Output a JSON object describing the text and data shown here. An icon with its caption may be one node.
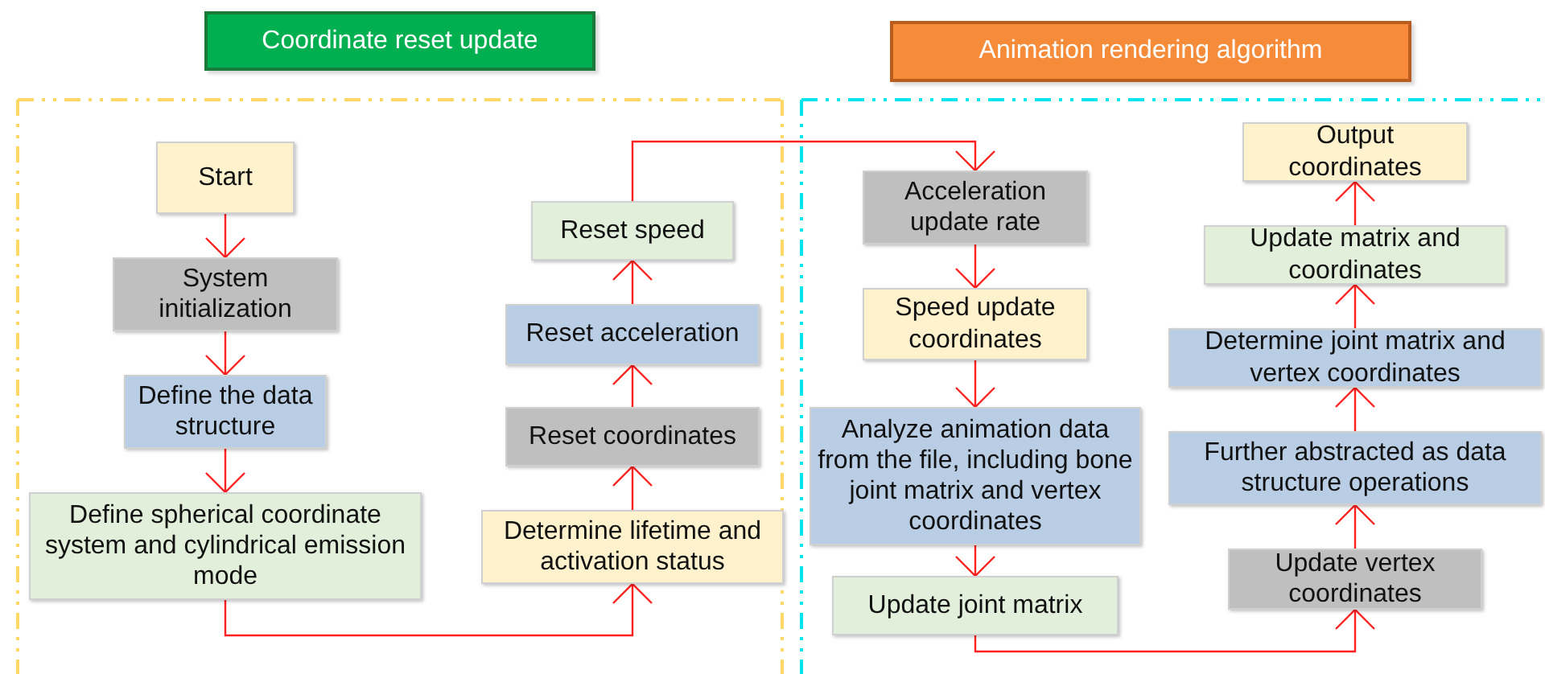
{
  "diagram": {
    "nodes": [
      {
        "text": [
          "Coordinate reset update"
        ]
      },
      {
        "text": [
          "Animation rendering algorithm"
        ]
      },
      {
        "text": [],
        "shape": "box"
      },
      {
        "text": [],
        "shape": "box"
      },
      {
        "text": [
          "Start"
        ],
        "in": 2
      },
      {
        "text": [
          "System initialization"
        ],
        "in": 2
      },
      {
        "text": [
          "Define the data structure"
        ],
        "in": 2
      },
      {
        "text": [
          "Define spherical coordinate system and cylindrical emission mode"
        ],
        "in": 2
      },
      {
        "text": [
          "Determine lifetime and activation status"
        ],
        "in": 2
      },
      {
        "text": [
          "Reset coordinates"
        ],
        "in": 2
      },
      {
        "text": [
          "Reset acceleration"
        ],
        "in": 2
      },
      {
        "text": [
          "Reset speed"
        ],
        "in": 2
      },
      {
        "text": [
          "Acceleration update rate"
        ],
        "in": 3
      },
      {
        "text": [
          "Speed update coordinates"
        ],
        "in": 3
      },
      {
        "text": [
          "Analyze animation data from the file, including bone joint matrix and vertex coordinates"
        ],
        "in": 3
      },
      {
        "text": [
          "Update joint matrix"
        ],
        "in": 3
      },
      {
        "text": [
          "Update vertex coordinates"
        ],
        "in": 3
      },
      {
        "text": [
          "Further abstracted as data structure operations"
        ],
        "in": 3
      },
      {
        "text": [
          "Determine joint matrix and vertex coordinates"
        ],
        "in": 3
      },
      {
        "text": [
          "Update matrix and coordinates"
        ],
        "in": 3
      },
      {
        "text": [
          "Output coordinates"
        ],
        "in": 3
      }
    ],
    "edges": [
      {
        "from": 4,
        "to": 5,
        "arrow": "to"
      },
      {
        "from": 5,
        "to": 6,
        "arrow": "to"
      },
      {
        "from": 6,
        "to": 7,
        "arrow": "to"
      },
      {
        "from": 7,
        "to": 8,
        "arrow": "to"
      },
      {
        "from": 8,
        "to": 9,
        "arrow": "to"
      },
      {
        "from": 9,
        "to": 10,
        "arrow": "to"
      },
      {
        "from": 10,
        "to": 11,
        "arrow": "to"
      },
      {
        "from": 11,
        "to": 12,
        "arrow": "to"
      },
      {
        "from": 12,
        "to": 13,
        "arrow": "to"
      },
      {
        "from": 13,
        "to": 14,
        "arrow": "to"
      },
      {
        "from": 14,
        "to": 15,
        "arrow": "to"
      },
      {
        "from": 15,
        "to": 16,
        "arrow": "to"
      },
      {
        "from": 16,
        "to": 17,
        "arrow": "to"
      },
      {
        "from": 17,
        "to": 18,
        "arrow": "to"
      },
      {
        "from": 18,
        "to": 19,
        "arrow": "to"
      },
      {
        "from": 19,
        "to": 20,
        "arrow": "to"
      }
    ]
  }
}
